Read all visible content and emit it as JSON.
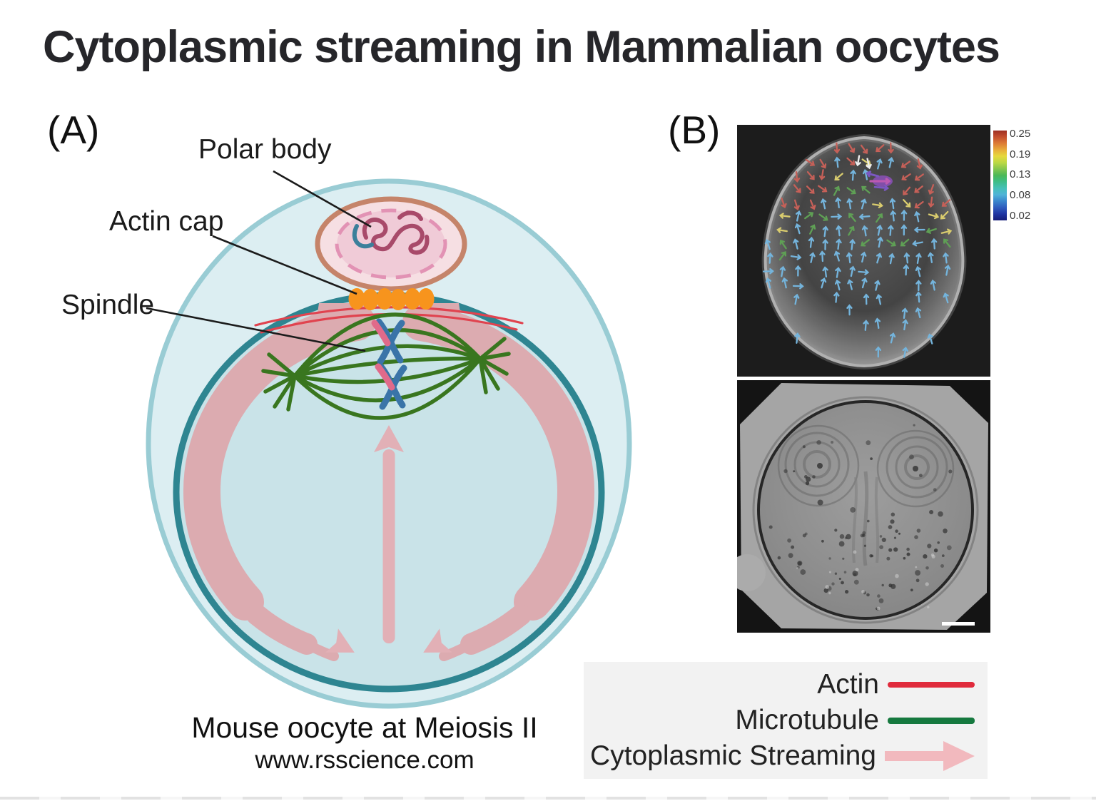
{
  "title": "Cytoplasmic streaming in Mammalian oocytes",
  "panel_a": {
    "label": "(A)",
    "annotations": {
      "polar_body": "Polar body",
      "actin_cap": "Actin cap",
      "spindle": "Spindle"
    },
    "caption": "Mouse oocyte at Meiosis II",
    "website": "www.rsscience.com",
    "colors": {
      "zona_fill": "#dceef2",
      "zona_border": "#99ccd4",
      "oolemma_teal": "#2e8591",
      "cytoplasm": "#c9e3e8",
      "cortex_pink": "#dcabb0",
      "streaming_arrow_pink": "#e2b0b6",
      "polar_body_border": "#c5846a",
      "polar_body_fill": "#f6dfe3",
      "nucleus_dashed_pink": "#e292b4",
      "chromatin_maroon": "#a84a6a",
      "chromatin_blue": "#3c7f9b",
      "actin_cap_orange": "#f7941d",
      "actin_red": "#e0434f",
      "microtubule_green": "#39761f",
      "chromosome_pink": "#e06a8a",
      "chromosome_blue": "#3a74a8"
    }
  },
  "panel_b": {
    "label": "(B)",
    "colorbar": {
      "ticks": [
        "0.25",
        "0.19",
        "0.13",
        "0.08",
        "0.02"
      ],
      "gradient": [
        "#9e2f23",
        "#c44f2e",
        "#dd7b35",
        "#e8ab3a",
        "#e6d83c",
        "#bcd844",
        "#84c64e",
        "#4ab858",
        "#3dbd88",
        "#45c0b8",
        "#4fb4d8",
        "#3a86cd",
        "#2f5cbd",
        "#1f35a2",
        "#151d78"
      ]
    },
    "vector_field": {
      "background": "#1c1c1c",
      "seed": 7,
      "spacing": 19,
      "arrow_colors": {
        "red": "#c66058",
        "yellow": "#d9cc6e",
        "green": "#5fa055",
        "cyan": "#74b4dc",
        "white": "#efefef",
        "purple": "#7b58c2",
        "magenta": "#bb5ab0"
      }
    },
    "brightfield": {
      "seed": 11,
      "speckle_dark": "#303030",
      "speckle_light": "#d4d4d4",
      "scalebar_color": "#ffffff"
    }
  },
  "legend": {
    "items": [
      {
        "label": "Actin",
        "type": "line",
        "color": "#e02b3c"
      },
      {
        "label": "Microtubule",
        "type": "line",
        "color": "#16793f"
      },
      {
        "label": "Cytoplasmic Streaming",
        "type": "arrow",
        "color": "#f2b9be"
      }
    ]
  },
  "artifact_strip_color": "#d9d9d9"
}
